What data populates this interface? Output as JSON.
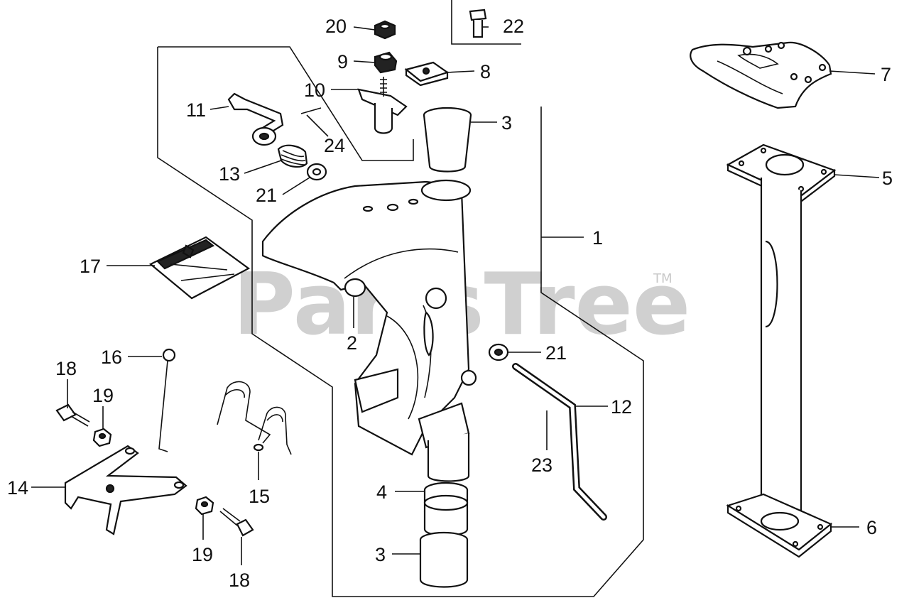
{
  "watermark": {
    "text": "PartsTree",
    "trademark": "TM"
  },
  "callouts": [
    {
      "id": "c20",
      "label": "20"
    },
    {
      "id": "c22",
      "label": "22"
    },
    {
      "id": "c9",
      "label": "9"
    },
    {
      "id": "c8",
      "label": "8"
    },
    {
      "id": "c7",
      "label": "7"
    },
    {
      "id": "c10",
      "label": "10"
    },
    {
      "id": "c11",
      "label": "11"
    },
    {
      "id": "c3a",
      "label": "3"
    },
    {
      "id": "c24",
      "label": "24"
    },
    {
      "id": "c13",
      "label": "13"
    },
    {
      "id": "c21a",
      "label": "21"
    },
    {
      "id": "c5",
      "label": "5"
    },
    {
      "id": "c1",
      "label": "1"
    },
    {
      "id": "c17",
      "label": "17"
    },
    {
      "id": "c2",
      "label": "2"
    },
    {
      "id": "c21b",
      "label": "21"
    },
    {
      "id": "c16",
      "label": "16"
    },
    {
      "id": "c18a",
      "label": "18"
    },
    {
      "id": "c19a",
      "label": "19"
    },
    {
      "id": "c12",
      "label": "12"
    },
    {
      "id": "c23",
      "label": "23"
    },
    {
      "id": "c14",
      "label": "14"
    },
    {
      "id": "c15",
      "label": "15"
    },
    {
      "id": "c4",
      "label": "4"
    },
    {
      "id": "c6",
      "label": "6"
    },
    {
      "id": "c19b",
      "label": "19"
    },
    {
      "id": "c3b",
      "label": "3"
    },
    {
      "id": "c18b",
      "label": "18"
    }
  ]
}
